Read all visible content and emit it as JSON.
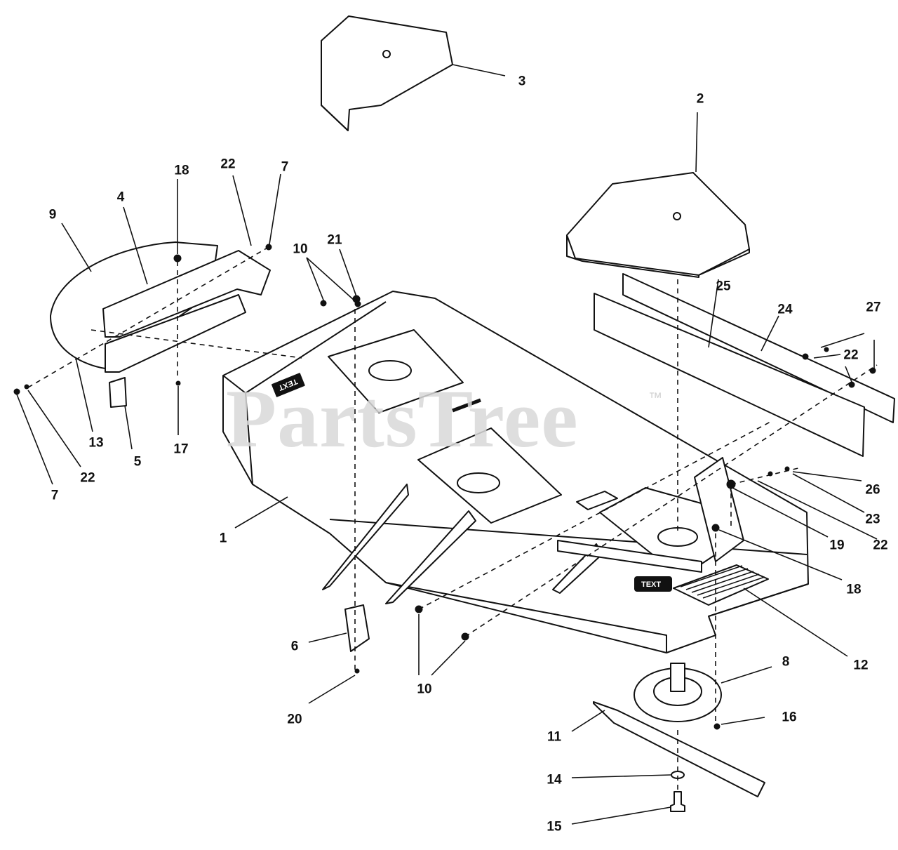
{
  "watermark": {
    "text": "PartsTree",
    "trademark": "™"
  },
  "decals": [
    "TEXT",
    "TEXT"
  ],
  "callouts": [
    {
      "id": "c1",
      "label": "1"
    },
    {
      "id": "c2",
      "label": "2"
    },
    {
      "id": "c3",
      "label": "3"
    },
    {
      "id": "c4",
      "label": "4"
    },
    {
      "id": "c5",
      "label": "5"
    },
    {
      "id": "c6",
      "label": "6"
    },
    {
      "id": "c7a",
      "label": "7"
    },
    {
      "id": "c7b",
      "label": "7"
    },
    {
      "id": "c8",
      "label": "8"
    },
    {
      "id": "c9",
      "label": "9"
    },
    {
      "id": "c10a",
      "label": "10"
    },
    {
      "id": "c10b",
      "label": "10"
    },
    {
      "id": "c11",
      "label": "11"
    },
    {
      "id": "c12",
      "label": "12"
    },
    {
      "id": "c13",
      "label": "13"
    },
    {
      "id": "c14",
      "label": "14"
    },
    {
      "id": "c15",
      "label": "15"
    },
    {
      "id": "c16",
      "label": "16"
    },
    {
      "id": "c17",
      "label": "17"
    },
    {
      "id": "c18a",
      "label": "18"
    },
    {
      "id": "c18b",
      "label": "18"
    },
    {
      "id": "c19",
      "label": "19"
    },
    {
      "id": "c20",
      "label": "20"
    },
    {
      "id": "c21",
      "label": "21"
    },
    {
      "id": "c22a",
      "label": "22"
    },
    {
      "id": "c22b",
      "label": "22"
    },
    {
      "id": "c22c",
      "label": "22"
    },
    {
      "id": "c22d",
      "label": "22"
    },
    {
      "id": "c23",
      "label": "23"
    },
    {
      "id": "c24",
      "label": "24"
    },
    {
      "id": "c25",
      "label": "25"
    },
    {
      "id": "c26",
      "label": "26"
    },
    {
      "id": "c27",
      "label": "27"
    }
  ]
}
